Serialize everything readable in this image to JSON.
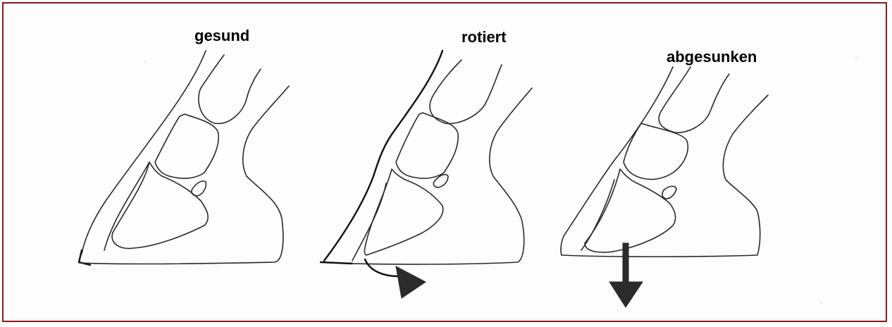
{
  "panels": [
    {
      "label": "gesund"
    },
    {
      "label": "rotiert"
    },
    {
      "label": "abgesunken"
    }
  ],
  "colors": {
    "frame": "#8b1a1a",
    "ink": "#2a2a2a"
  }
}
